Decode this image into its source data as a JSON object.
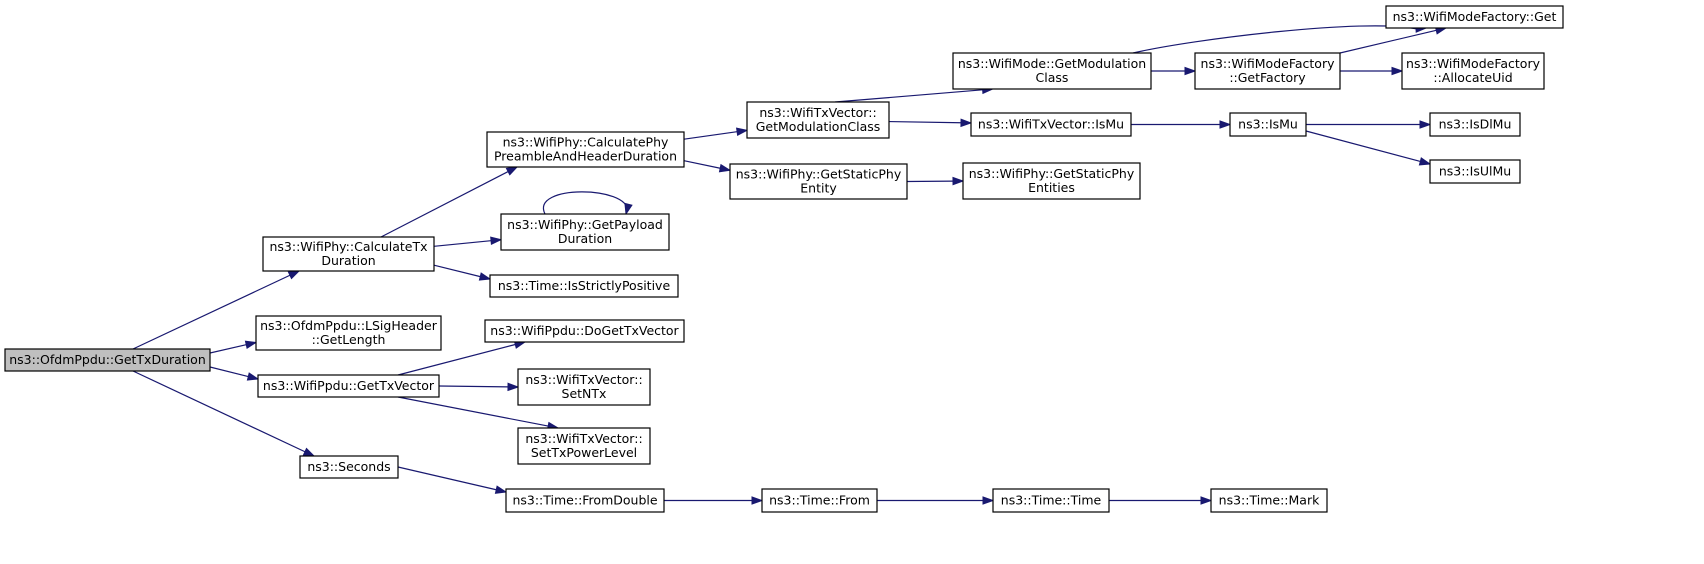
{
  "graph": {
    "edge_color": "#191970",
    "root_fill": "#bfbfbf",
    "nodes": [
      {
        "id": "n_root",
        "lines": [
          "ns3::OfdmPpdu::GetTxDuration"
        ],
        "root": true
      },
      {
        "id": "n_calctx",
        "lines": [
          "ns3::WifiPhy::CalculateTx",
          "Duration"
        ]
      },
      {
        "id": "n_lsig",
        "lines": [
          "ns3::OfdmPpdu::LSigHeader",
          "::GetLength"
        ]
      },
      {
        "id": "n_gettxv",
        "lines": [
          "ns3::WifiPpdu::GetTxVector"
        ]
      },
      {
        "id": "n_seconds",
        "lines": [
          "ns3::Seconds"
        ]
      },
      {
        "id": "n_calcpre",
        "lines": [
          "ns3::WifiPhy::CalculatePhy",
          "PreambleAndHeaderDuration"
        ]
      },
      {
        "id": "n_payload",
        "lines": [
          "ns3::WifiPhy::GetPayload",
          "Duration"
        ]
      },
      {
        "id": "n_strict",
        "lines": [
          "ns3::Time::IsStrictlyPositive"
        ]
      },
      {
        "id": "n_dogettx",
        "lines": [
          "ns3::WifiPpdu::DoGetTxVector"
        ]
      },
      {
        "id": "n_setntx",
        "lines": [
          "ns3::WifiTxVector::",
          "SetNTx"
        ]
      },
      {
        "id": "n_setpow",
        "lines": [
          "ns3::WifiTxVector::",
          "SetTxPowerLevel"
        ]
      },
      {
        "id": "n_fromdbl",
        "lines": [
          "ns3::Time::FromDouble"
        ]
      },
      {
        "id": "n_txvmod",
        "lines": [
          "ns3::WifiTxVector::",
          "GetModulationClass"
        ]
      },
      {
        "id": "n_statent",
        "lines": [
          "ns3::WifiPhy::GetStaticPhy",
          "Entity"
        ]
      },
      {
        "id": "n_from",
        "lines": [
          "ns3::Time::From"
        ]
      },
      {
        "id": "n_modemod",
        "lines": [
          "ns3::WifiMode::GetModulation",
          "Class"
        ]
      },
      {
        "id": "n_txvismu",
        "lines": [
          "ns3::WifiTxVector::IsMu"
        ]
      },
      {
        "id": "n_statents",
        "lines": [
          "ns3::WifiPhy::GetStaticPhy",
          "Entities"
        ]
      },
      {
        "id": "n_time",
        "lines": [
          "ns3::Time::Time"
        ]
      },
      {
        "id": "n_factory",
        "lines": [
          "ns3::WifiModeFactory",
          "::GetFactory"
        ]
      },
      {
        "id": "n_ismu",
        "lines": [
          "ns3::IsMu"
        ]
      },
      {
        "id": "n_mark",
        "lines": [
          "ns3::Time::Mark"
        ]
      },
      {
        "id": "n_get",
        "lines": [
          "ns3::WifiModeFactory::Get"
        ]
      },
      {
        "id": "n_alloc",
        "lines": [
          "ns3::WifiModeFactory",
          "::AllocateUid"
        ]
      },
      {
        "id": "n_isdl",
        "lines": [
          "ns3::IsDlMu"
        ]
      },
      {
        "id": "n_isul",
        "lines": [
          "ns3::IsUlMu"
        ]
      }
    ],
    "edges": [
      {
        "from": "n_root",
        "to": "n_calctx"
      },
      {
        "from": "n_root",
        "to": "n_lsig"
      },
      {
        "from": "n_root",
        "to": "n_gettxv"
      },
      {
        "from": "n_root",
        "to": "n_seconds"
      },
      {
        "from": "n_calctx",
        "to": "n_calcpre"
      },
      {
        "from": "n_calctx",
        "to": "n_payload"
      },
      {
        "from": "n_calctx",
        "to": "n_strict"
      },
      {
        "from": "n_payload",
        "to": "n_payload"
      },
      {
        "from": "n_calcpre",
        "to": "n_txvmod"
      },
      {
        "from": "n_calcpre",
        "to": "n_statent"
      },
      {
        "from": "n_txvmod",
        "to": "n_modemod"
      },
      {
        "from": "n_txvmod",
        "to": "n_txvismu"
      },
      {
        "from": "n_modemod",
        "to": "n_get"
      },
      {
        "from": "n_modemod",
        "to": "n_factory"
      },
      {
        "from": "n_factory",
        "to": "n_get"
      },
      {
        "from": "n_factory",
        "to": "n_alloc"
      },
      {
        "from": "n_txvismu",
        "to": "n_ismu"
      },
      {
        "from": "n_ismu",
        "to": "n_isdl"
      },
      {
        "from": "n_ismu",
        "to": "n_isul"
      },
      {
        "from": "n_statent",
        "to": "n_statents"
      },
      {
        "from": "n_gettxv",
        "to": "n_dogettx"
      },
      {
        "from": "n_gettxv",
        "to": "n_setntx"
      },
      {
        "from": "n_gettxv",
        "to": "n_setpow"
      },
      {
        "from": "n_seconds",
        "to": "n_fromdbl"
      },
      {
        "from": "n_fromdbl",
        "to": "n_from"
      },
      {
        "from": "n_from",
        "to": "n_time"
      },
      {
        "from": "n_time",
        "to": "n_mark"
      }
    ]
  }
}
